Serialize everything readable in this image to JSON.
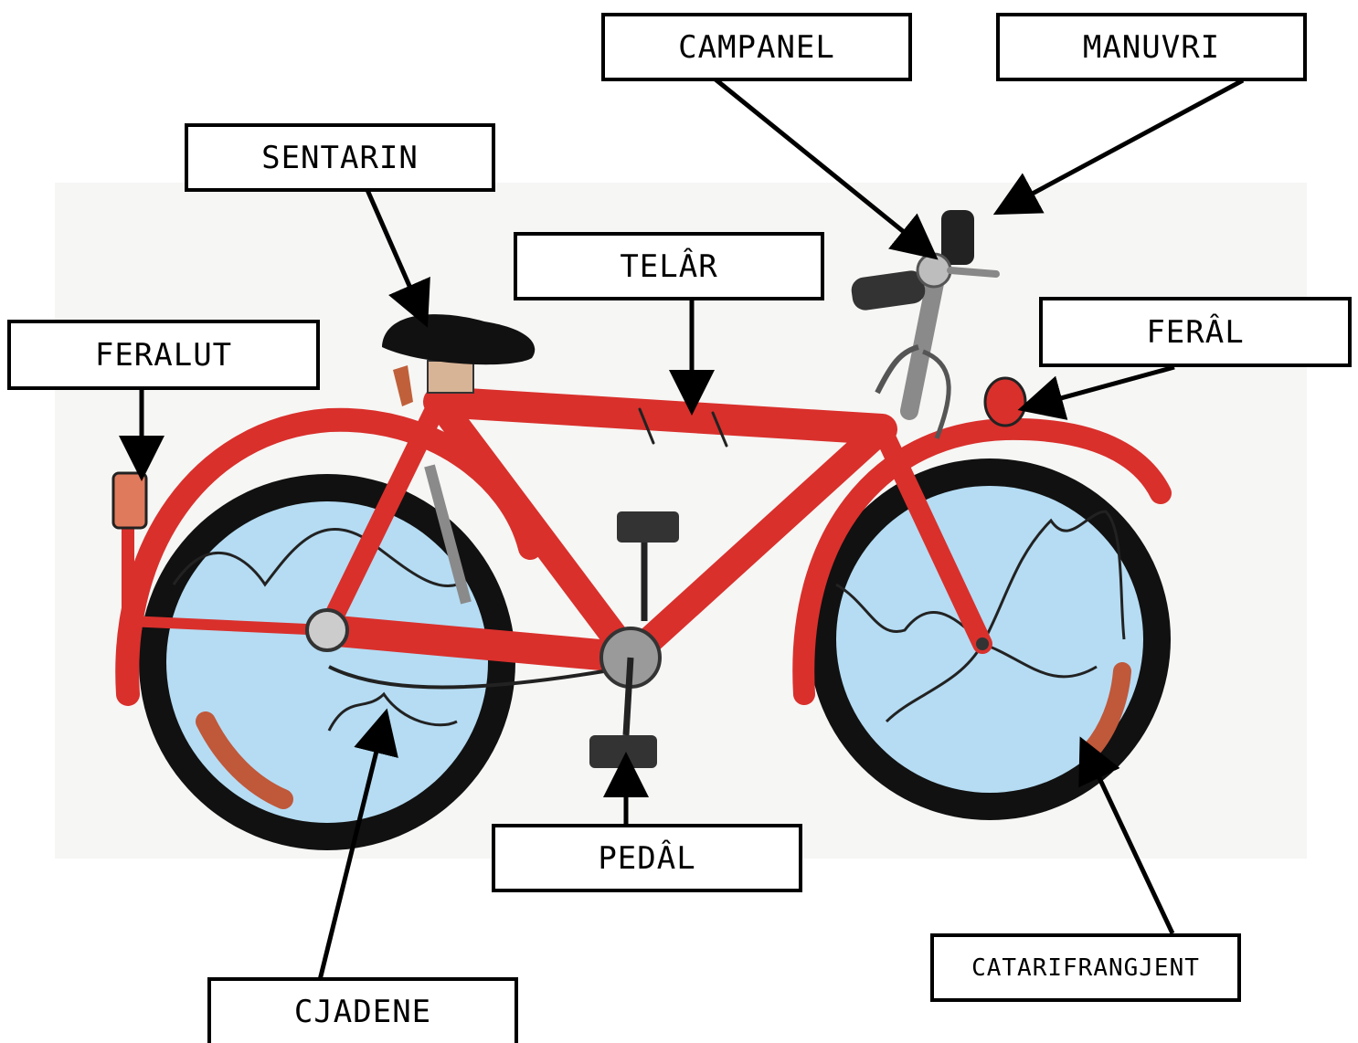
{
  "labels": {
    "campanel": "CAMPANEL",
    "manuvri": "MANUVRI",
    "sentarin": "SENTARIN",
    "telar": "TELÂR",
    "feralut": "FERALUT",
    "feral": "FERÂL",
    "pedal": "PEDÂL",
    "catarifrangjent": "CATARIFRANGJENT",
    "cjadene": "CJADENE"
  },
  "colors": {
    "frame": "#d9302c",
    "frame_dark": "#9e1f1c",
    "wheel": "#b5dcf3",
    "wheel_line": "#111111",
    "tire": "#0d0d0d",
    "reflector": "#e07a5c",
    "metal": "#8a8a8a",
    "seat_post_tan": "#d8b496"
  }
}
